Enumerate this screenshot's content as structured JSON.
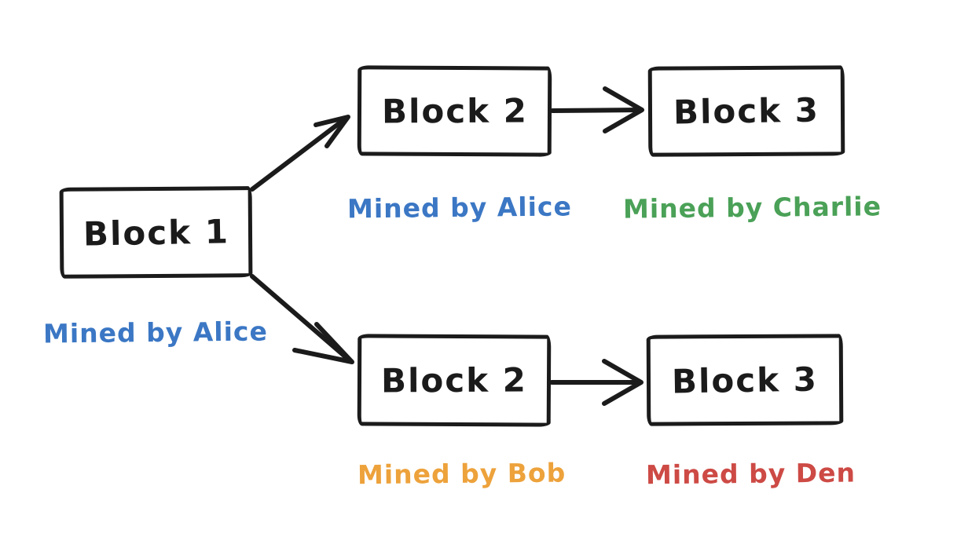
{
  "diagram": {
    "title": "blockchain-fork-diagram",
    "background_color": "#ffffff",
    "line_color": "#1b1b1b"
  },
  "colors": {
    "blue": "#3b77c4",
    "green": "#4aa157",
    "orange": "#eda23b",
    "red": "#cd4a45",
    "black": "#1b1b1b"
  },
  "blocks": {
    "block1": {
      "label": "Block 1",
      "miner": "Mined by Alice"
    },
    "block2_top": {
      "label": "Block 2",
      "miner": "Mined by Alice"
    },
    "block3_top": {
      "label": "Block 3",
      "miner": "Mined by Charlie"
    },
    "block2_bottom": {
      "label": "Block 2",
      "miner": "Mined by Bob"
    },
    "block3_bottom": {
      "label": "Block 3",
      "miner": "Mined by Den"
    }
  },
  "arrows": [
    {
      "name": "block1-to-block2-top",
      "from": "block1",
      "to": "block2_top"
    },
    {
      "name": "block1-to-block2-bottom",
      "from": "block1",
      "to": "block2_bottom"
    },
    {
      "name": "block2-top-to-block3-top",
      "from": "block2_top",
      "to": "block3_top"
    },
    {
      "name": "block2-bottom-to-block3-bottom",
      "from": "block2_bottom",
      "to": "block3_bottom"
    }
  ]
}
